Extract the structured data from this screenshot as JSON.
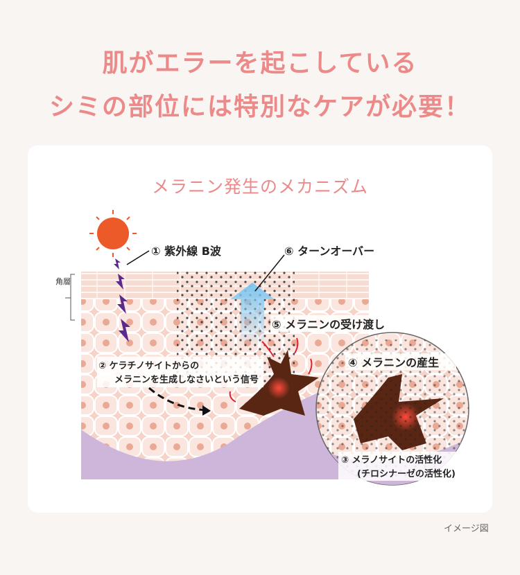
{
  "headline": {
    "line1": "肌がエラーを起こしている",
    "line2": "シミの部位には特別なケアが必要！"
  },
  "diagram": {
    "title": "メラニン発生のメカニズム",
    "layer_label": "角層",
    "steps": {
      "s1": "① 紫外線 B波",
      "s2_line1": "② ケラチノサイトからの",
      "s2_line2": "メラニンを生成しなさいという信号",
      "s3_line1": "③ メラノサイトの活性化",
      "s3_line2": "(チロシナーゼの活性化)",
      "s4": "④ メラニンの産生",
      "s5": "⑤ メラニンの受け渡し",
      "s6": "⑥ ターンオーバー"
    },
    "colors": {
      "accent": "#ec8a8a",
      "skin": "#f6d7cc",
      "dermis": "#cdb6d9",
      "uv": "#5b2a8c",
      "turnover": "#8fcdf0",
      "melanocyte": "#5a2614"
    }
  },
  "footnote": "イメージ図"
}
